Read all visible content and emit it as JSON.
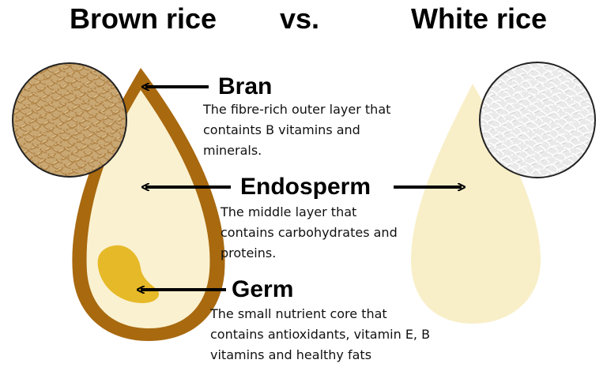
{
  "titles": {
    "brown": "Brown rice",
    "versus": "vs.",
    "white": "White rice"
  },
  "parts": {
    "bran": {
      "name": "Bran",
      "description": "The fibre-rich outer layer that\ncontaints B vitamins and\nminerals."
    },
    "endosperm": {
      "name": "Endosperm",
      "description": "The middle layer that\ncontains carbohydrates and\nproteins."
    },
    "germ": {
      "name": "Germ",
      "description": "The small nutrient core that\ncontains antioxidants, vitamin E, B\nvitamins and healthy fats"
    }
  },
  "colors": {
    "bran": "#a8690f",
    "endosperm": "#faf1d0",
    "germ": "#e6b928",
    "arrow": "#000000",
    "text": "#111111"
  },
  "icons": {
    "brown_rice_photo": "brown-rice-grains-image",
    "white_rice_photo": "white-rice-grains-image"
  }
}
